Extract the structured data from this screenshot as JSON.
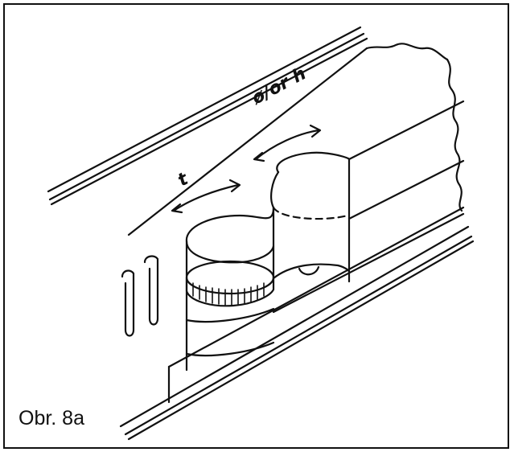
{
  "figure": {
    "caption": "Obr. 8a",
    "labels": {
      "left_arrow": "t",
      "right_arrow": "ø/or h"
    }
  }
}
